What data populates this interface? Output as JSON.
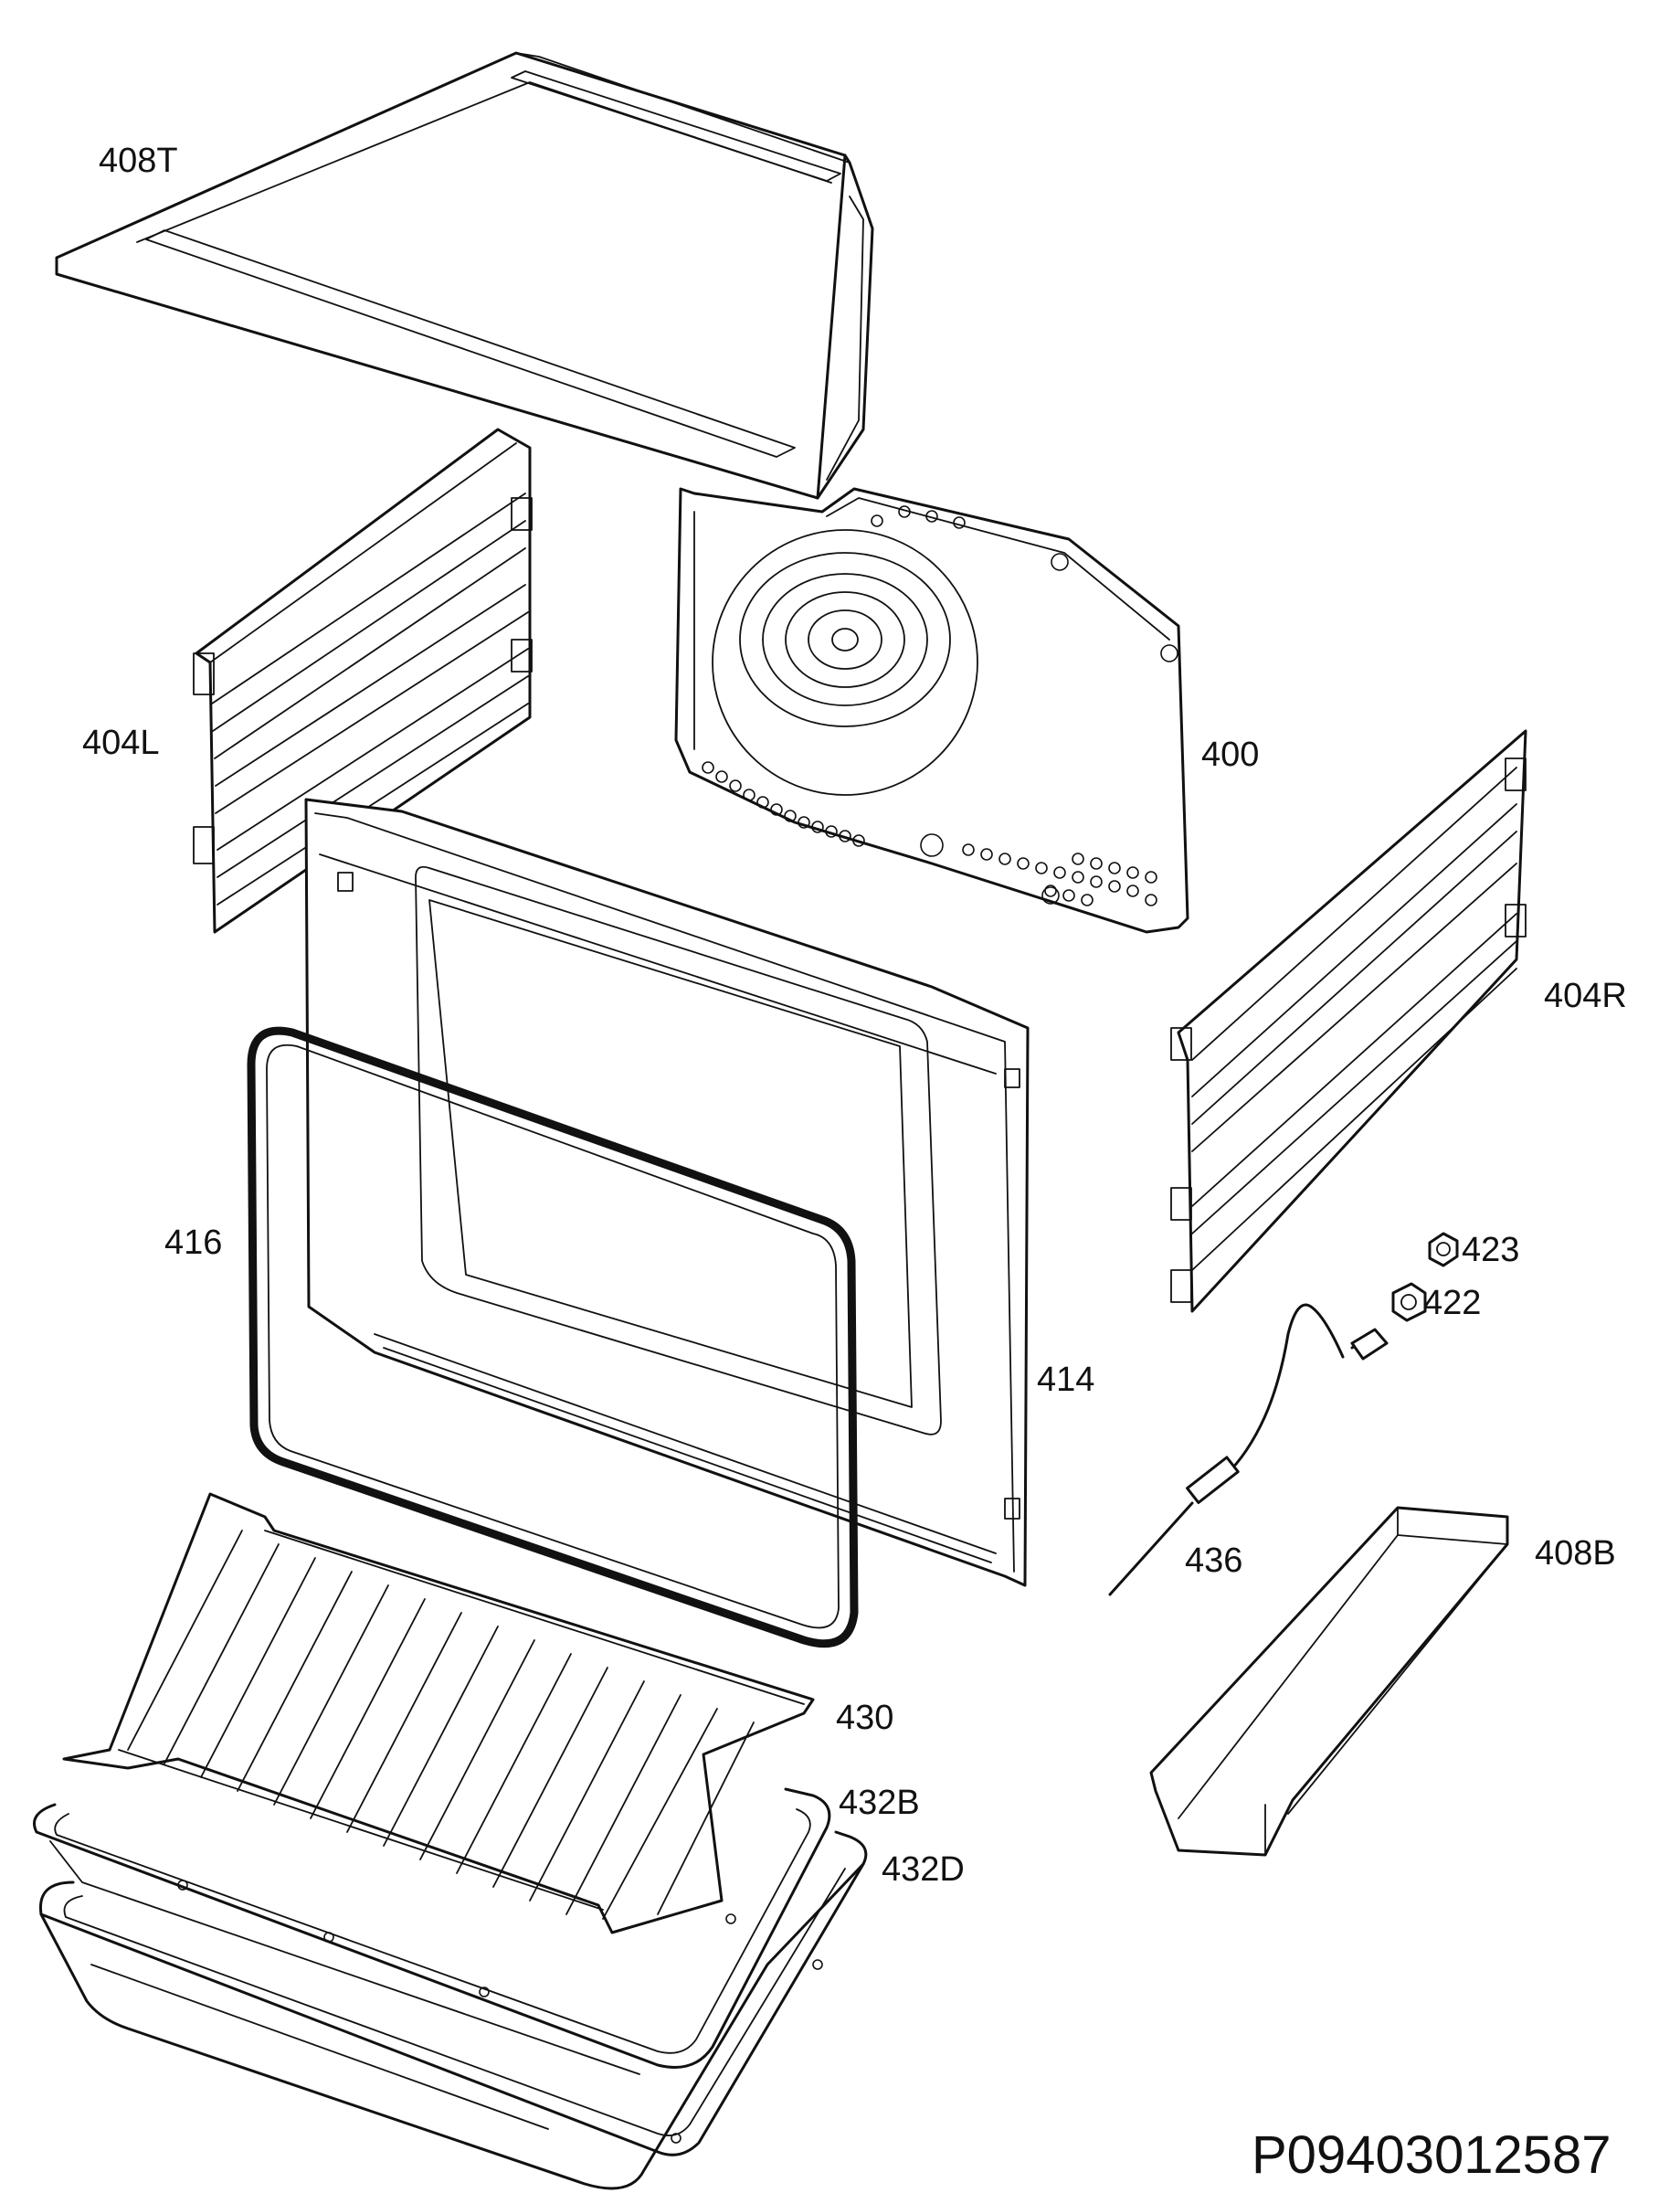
{
  "labels": {
    "p408T": "408T",
    "p404L": "404L",
    "p400": "400",
    "p404R": "404R",
    "p416": "416",
    "p414": "414",
    "p423": "423",
    "p422": "422",
    "p436": "436",
    "p408B": "408B",
    "p430": "430",
    "p432B": "432B",
    "p432D": "432D"
  },
  "drawing_code": "P09403012587"
}
